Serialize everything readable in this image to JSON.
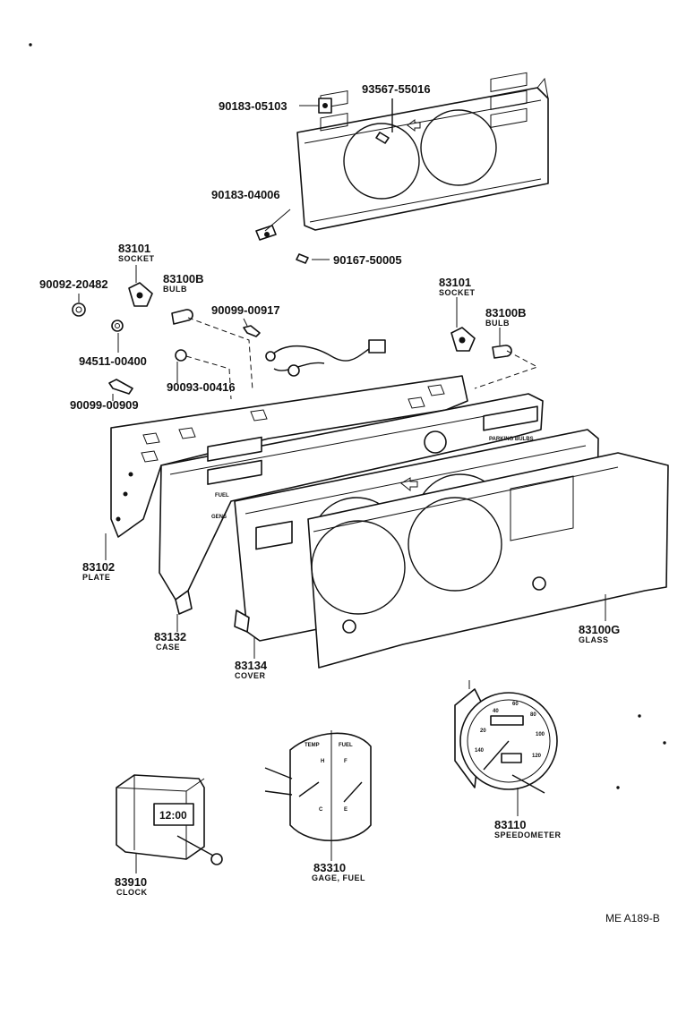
{
  "parts": {
    "p_93567_55016": "93567-55016",
    "p_90183_05103": "90183-05103",
    "p_90183_04006": "90183-04006",
    "p_90167_50005": "90167-50005",
    "p_83101_left": "83101",
    "p_83101_left_sub": "SOCKET",
    "p_90092_20482": "90092-20482",
    "p_83100b_left": "83100B",
    "p_83100b_left_sub": "BULB",
    "p_90099_00917": "90099-00917",
    "p_83101_right": "83101",
    "p_83101_right_sub": "SOCKET",
    "p_83100b_right": "83100B",
    "p_83100b_right_sub": "BULB",
    "p_94511_00400": "94511-00400",
    "p_90093_00416": "90093-00416",
    "p_90099_00909": "90099-00909",
    "p_83102": "83102",
    "p_83102_sub": "PLATE",
    "p_83132": "83132",
    "p_83132_sub": "CASE",
    "p_83134": "83134",
    "p_83134_sub": "COVER",
    "p_83100g": "83100G",
    "p_83100g_sub": "GLASS",
    "p_83110": "83110",
    "p_83110_sub": "SPEEDOMETER",
    "p_83310": "83310",
    "p_83310_sub": "GAGE, FUEL",
    "p_83910": "83910",
    "p_83910_sub": "CLOCK"
  },
  "ref": "ME  A189-B",
  "clock_display": "12:00",
  "case_text": {
    "fuel": "FUEL",
    "gens": "GENS",
    "parking": "PARKING BULBS"
  },
  "gauge_text": {
    "temp": "TEMP",
    "fuel": "FUEL",
    "h": "H",
    "c": "C",
    "f": "F",
    "e": "E"
  },
  "speedo_text": {
    "n20": "20",
    "n40": "40",
    "n60": "60",
    "n80": "80",
    "n100": "100",
    "n120": "120",
    "n140": "140"
  }
}
